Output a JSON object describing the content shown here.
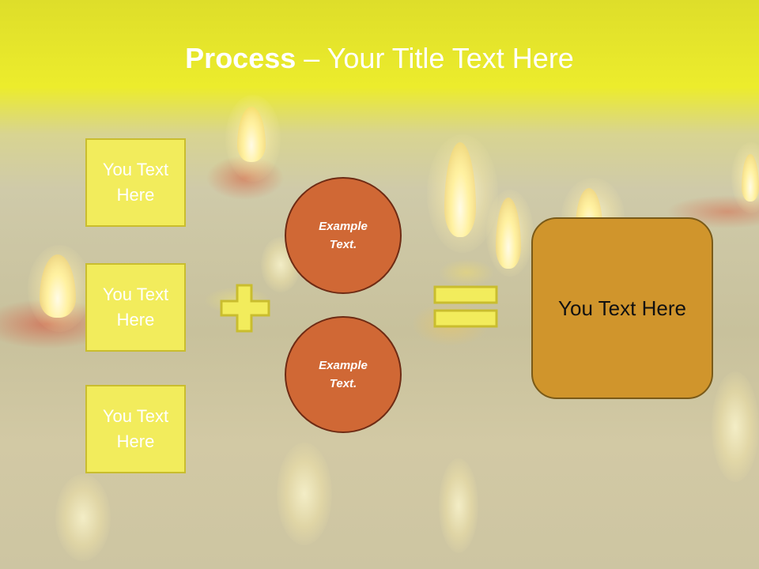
{
  "slide": {
    "title_bold": "Process",
    "title_dash": " – ",
    "title_rest": "Your Title Text Here"
  },
  "inputs": [
    {
      "line1": "You Text",
      "line2": "Here"
    },
    {
      "line1": "You Text",
      "line2": "Here"
    },
    {
      "line1": "You Text",
      "line2": "Here"
    }
  ],
  "circles": [
    {
      "line1": "Example",
      "line2": "Text."
    },
    {
      "line1": "Example",
      "line2": "Text."
    }
  ],
  "result": {
    "label": "You Text Here"
  },
  "operators": {
    "plus": "plus-icon",
    "equals": "equals-icon"
  },
  "colors": {
    "header_yellow": "#ECEC2C",
    "box_fill": "#F2EC5C",
    "circle_fill": "#D06835",
    "result_fill": "#D0952C"
  }
}
